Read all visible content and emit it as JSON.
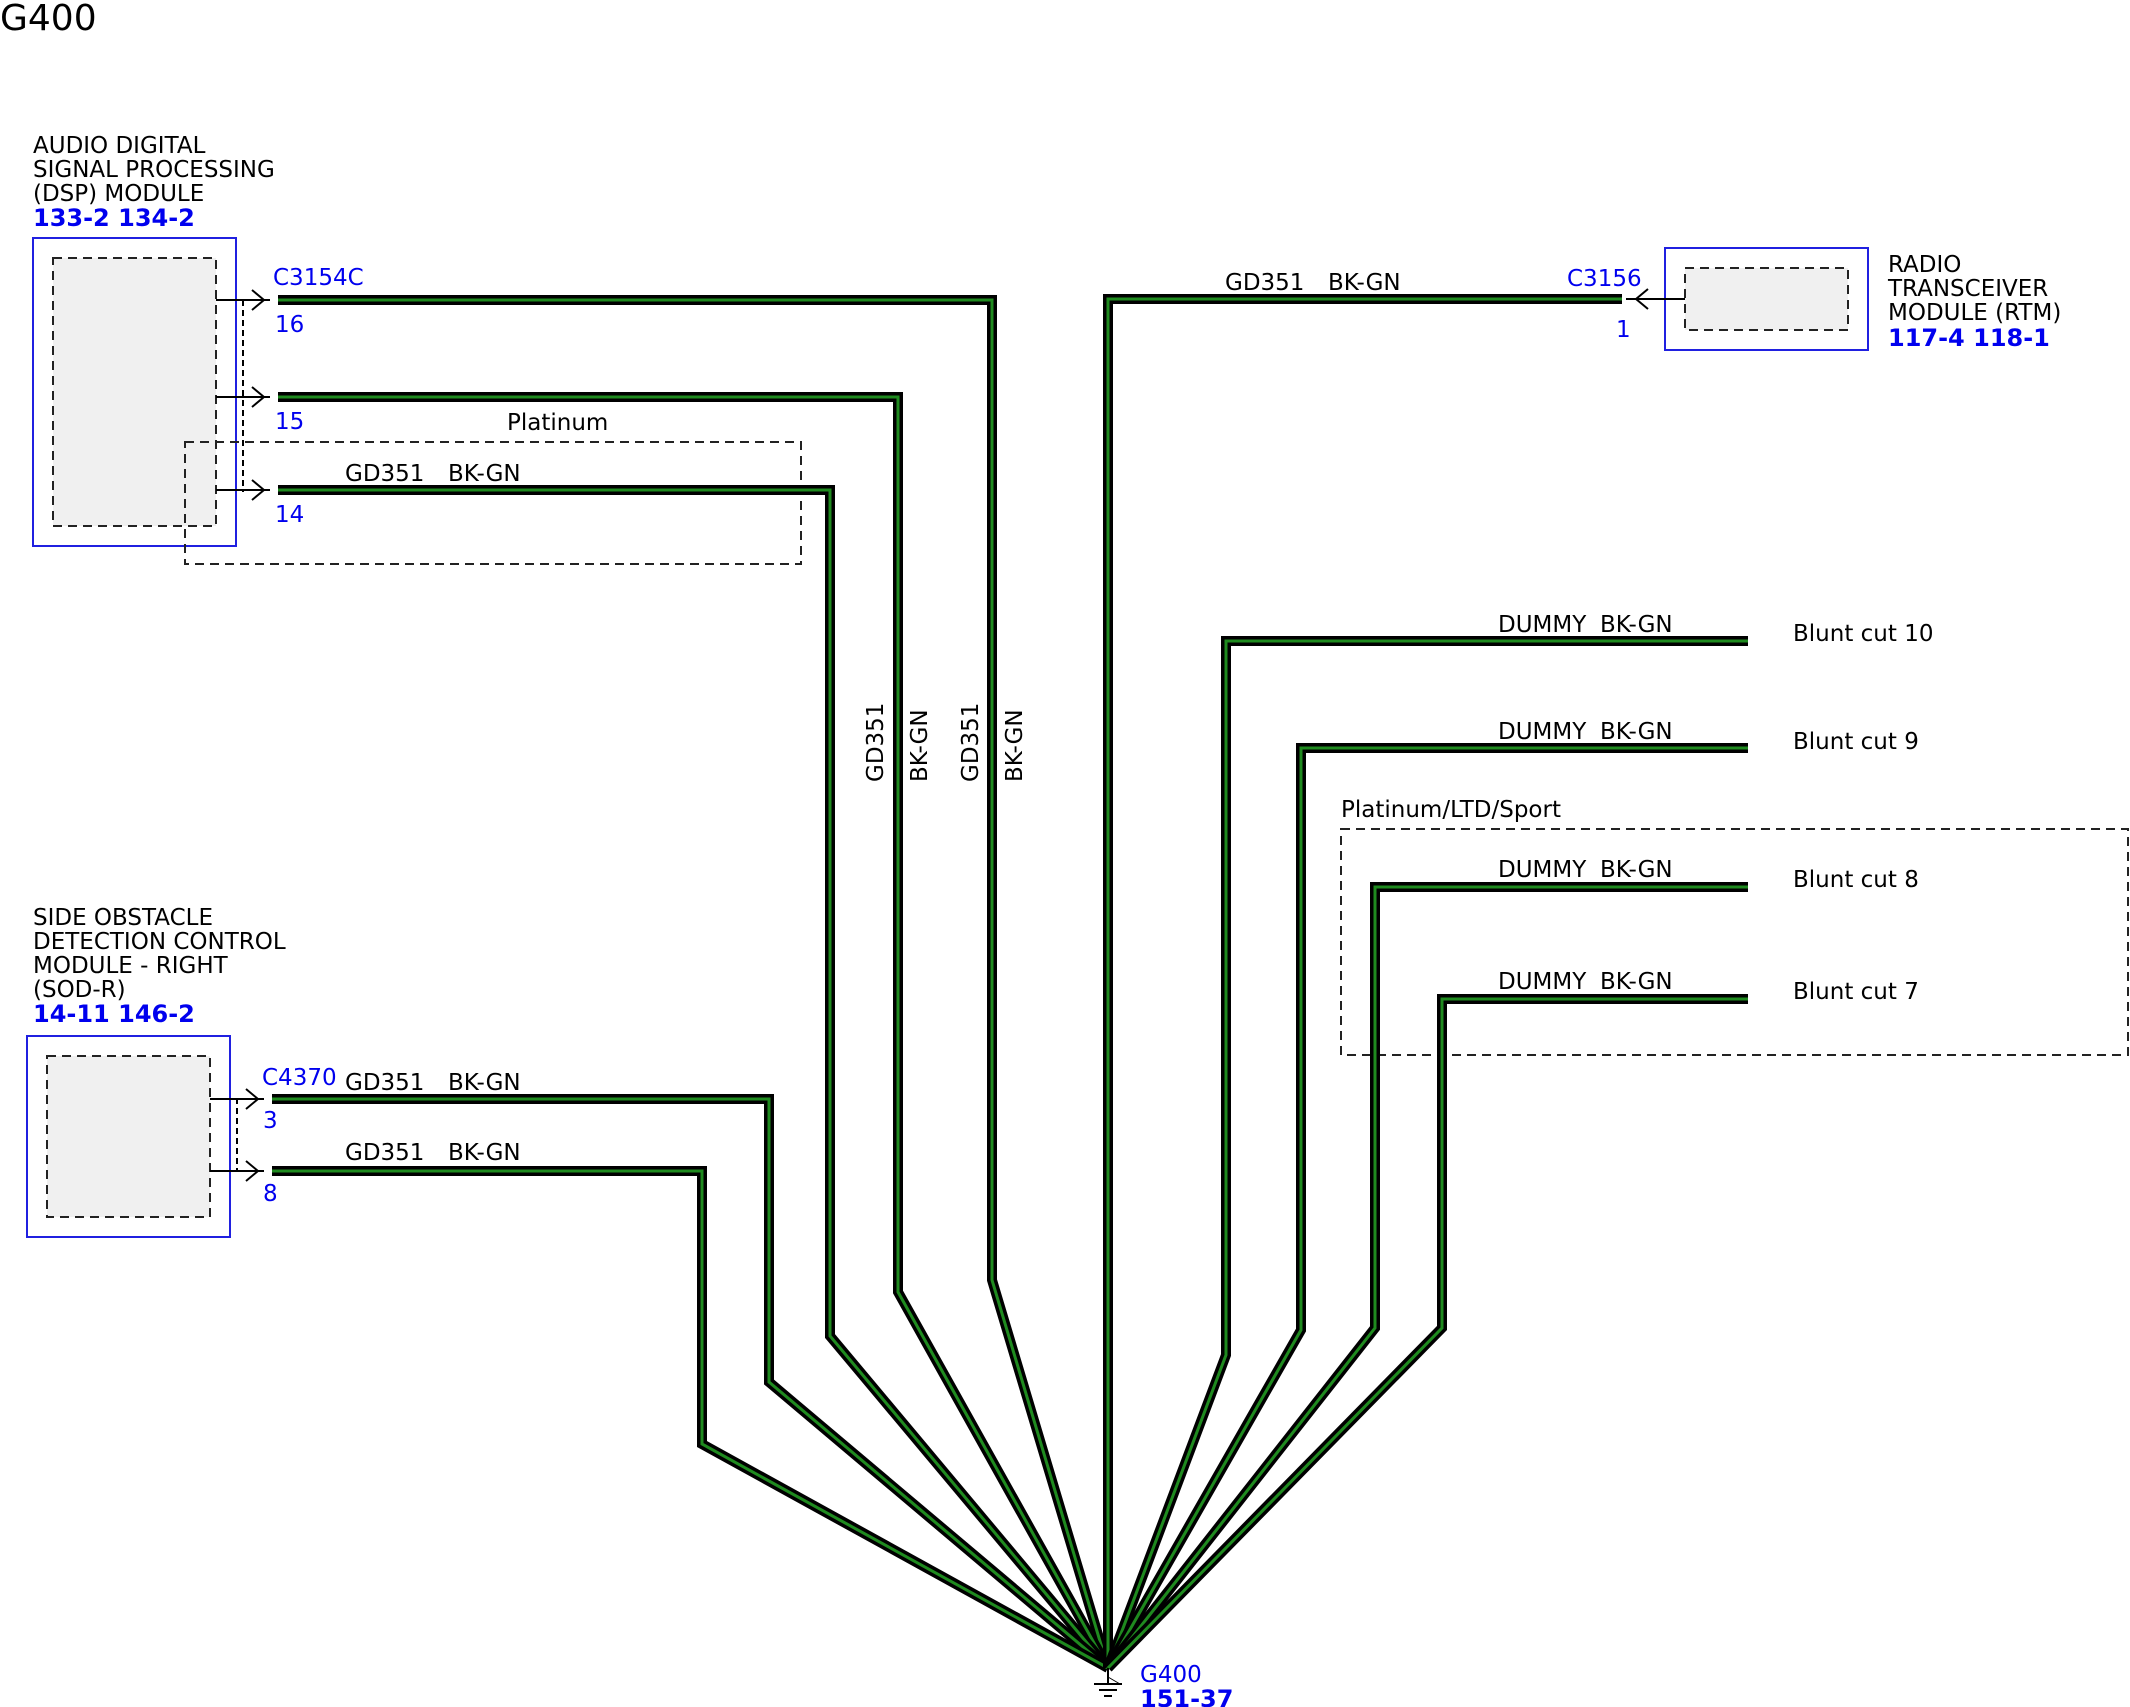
{
  "title": "G400",
  "modules": {
    "dsp": {
      "name_lines": [
        "AUDIO DIGITAL",
        "SIGNAL PROCESSING",
        "(DSP) MODULE"
      ],
      "refs": "133-2 134-2",
      "connector": "C3154C",
      "pins": [
        "16",
        "15",
        "14"
      ]
    },
    "sod": {
      "name_lines": [
        "SIDE OBSTACLE",
        "DETECTION CONTROL",
        "MODULE - RIGHT",
        "(SOD-R)"
      ],
      "refs": "14-11 146-2",
      "connector": "C4370",
      "pins": [
        "3",
        "8"
      ]
    },
    "rtm": {
      "name_lines": [
        "RADIO",
        "TRANSCEIVER",
        "MODULE (RTM)"
      ],
      "refs": "117-4 118-1",
      "connector": "C3156",
      "pins": [
        "1"
      ]
    }
  },
  "options": {
    "platinum": "Platinum",
    "platinum_ltd_sport": "Platinum/LTD/Sport"
  },
  "wires": {
    "circuit": "GD351",
    "color": "BK-GN",
    "dummy": "DUMMY"
  },
  "blunt_cuts": [
    "Blunt cut 10",
    "Blunt cut 9",
    "Blunt cut 8",
    "Blunt cut 7"
  ],
  "ground": {
    "name": "G400",
    "refs": "151-37"
  },
  "colors": {
    "wire_outer": "#000000",
    "wire_inner": "#1f8a1f",
    "module_border": "#2020e0",
    "connector_text": "#0000ee"
  }
}
